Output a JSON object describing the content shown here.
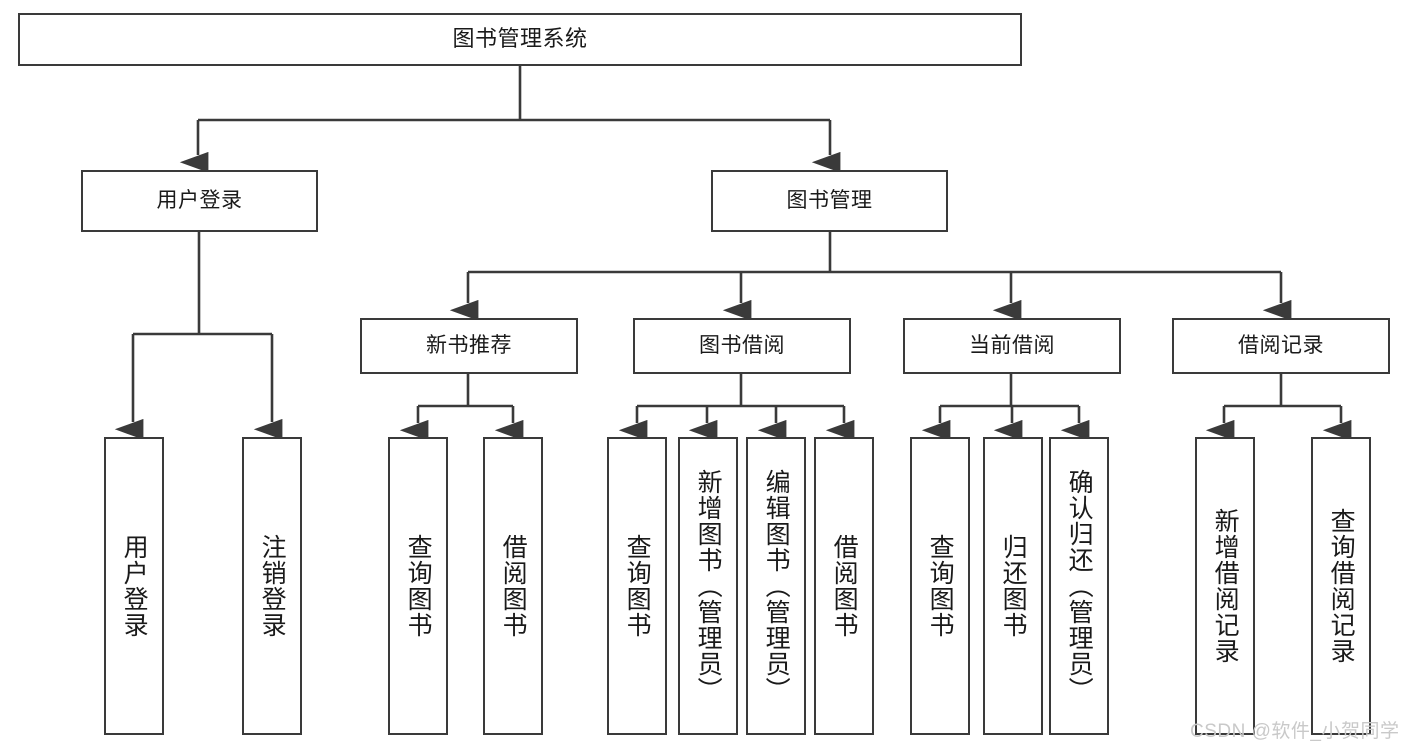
{
  "diagram": {
    "type": "tree-hierarchy",
    "title": "图书管理系统",
    "root": {
      "id": "root",
      "label": "图书管理系统"
    },
    "level2": [
      {
        "id": "user-login",
        "label": "用户登录"
      },
      {
        "id": "book-management",
        "label": "图书管理"
      }
    ],
    "level3": [
      {
        "id": "new-book-recommend",
        "label": "新书推荐",
        "parent": "book-management"
      },
      {
        "id": "book-borrow",
        "label": "图书借阅",
        "parent": "book-management"
      },
      {
        "id": "current-borrow",
        "label": "当前借阅",
        "parent": "book-management"
      },
      {
        "id": "borrow-record",
        "label": "借阅记录",
        "parent": "book-management"
      }
    ],
    "leaves": [
      {
        "id": "leaf-user-login",
        "label": "用户登录",
        "parent": "user-login"
      },
      {
        "id": "leaf-user-logout",
        "label": "注销登录",
        "parent": "user-login"
      },
      {
        "id": "leaf-query-book-1",
        "label": "查询图书",
        "parent": "new-book-recommend"
      },
      {
        "id": "leaf-borrow-book-1",
        "label": "借阅图书",
        "parent": "new-book-recommend"
      },
      {
        "id": "leaf-query-book-2",
        "label": "查询图书",
        "parent": "book-borrow"
      },
      {
        "id": "leaf-add-book",
        "label": "新增图书（管理员）",
        "parent": "book-borrow"
      },
      {
        "id": "leaf-edit-book",
        "label": "编辑图书（管理员）",
        "parent": "book-borrow"
      },
      {
        "id": "leaf-borrow-book-2",
        "label": "借阅图书",
        "parent": "book-borrow"
      },
      {
        "id": "leaf-query-book-3",
        "label": "查询图书",
        "parent": "current-borrow"
      },
      {
        "id": "leaf-return-book",
        "label": "归还图书",
        "parent": "current-borrow"
      },
      {
        "id": "leaf-confirm-return",
        "label": "确认归还（管理员）",
        "parent": "current-borrow"
      },
      {
        "id": "leaf-add-record",
        "label": "新增借阅记录",
        "parent": "borrow-record"
      },
      {
        "id": "leaf-query-record",
        "label": "查询借阅记录",
        "parent": "borrow-record"
      }
    ]
  },
  "watermark": {
    "text": "CSDN @软件_小贺同学"
  },
  "colors": {
    "stroke": "#3a3a3a",
    "background": "#ffffff",
    "text": "#1a1a1a",
    "watermark": "#c9c9c9"
  }
}
